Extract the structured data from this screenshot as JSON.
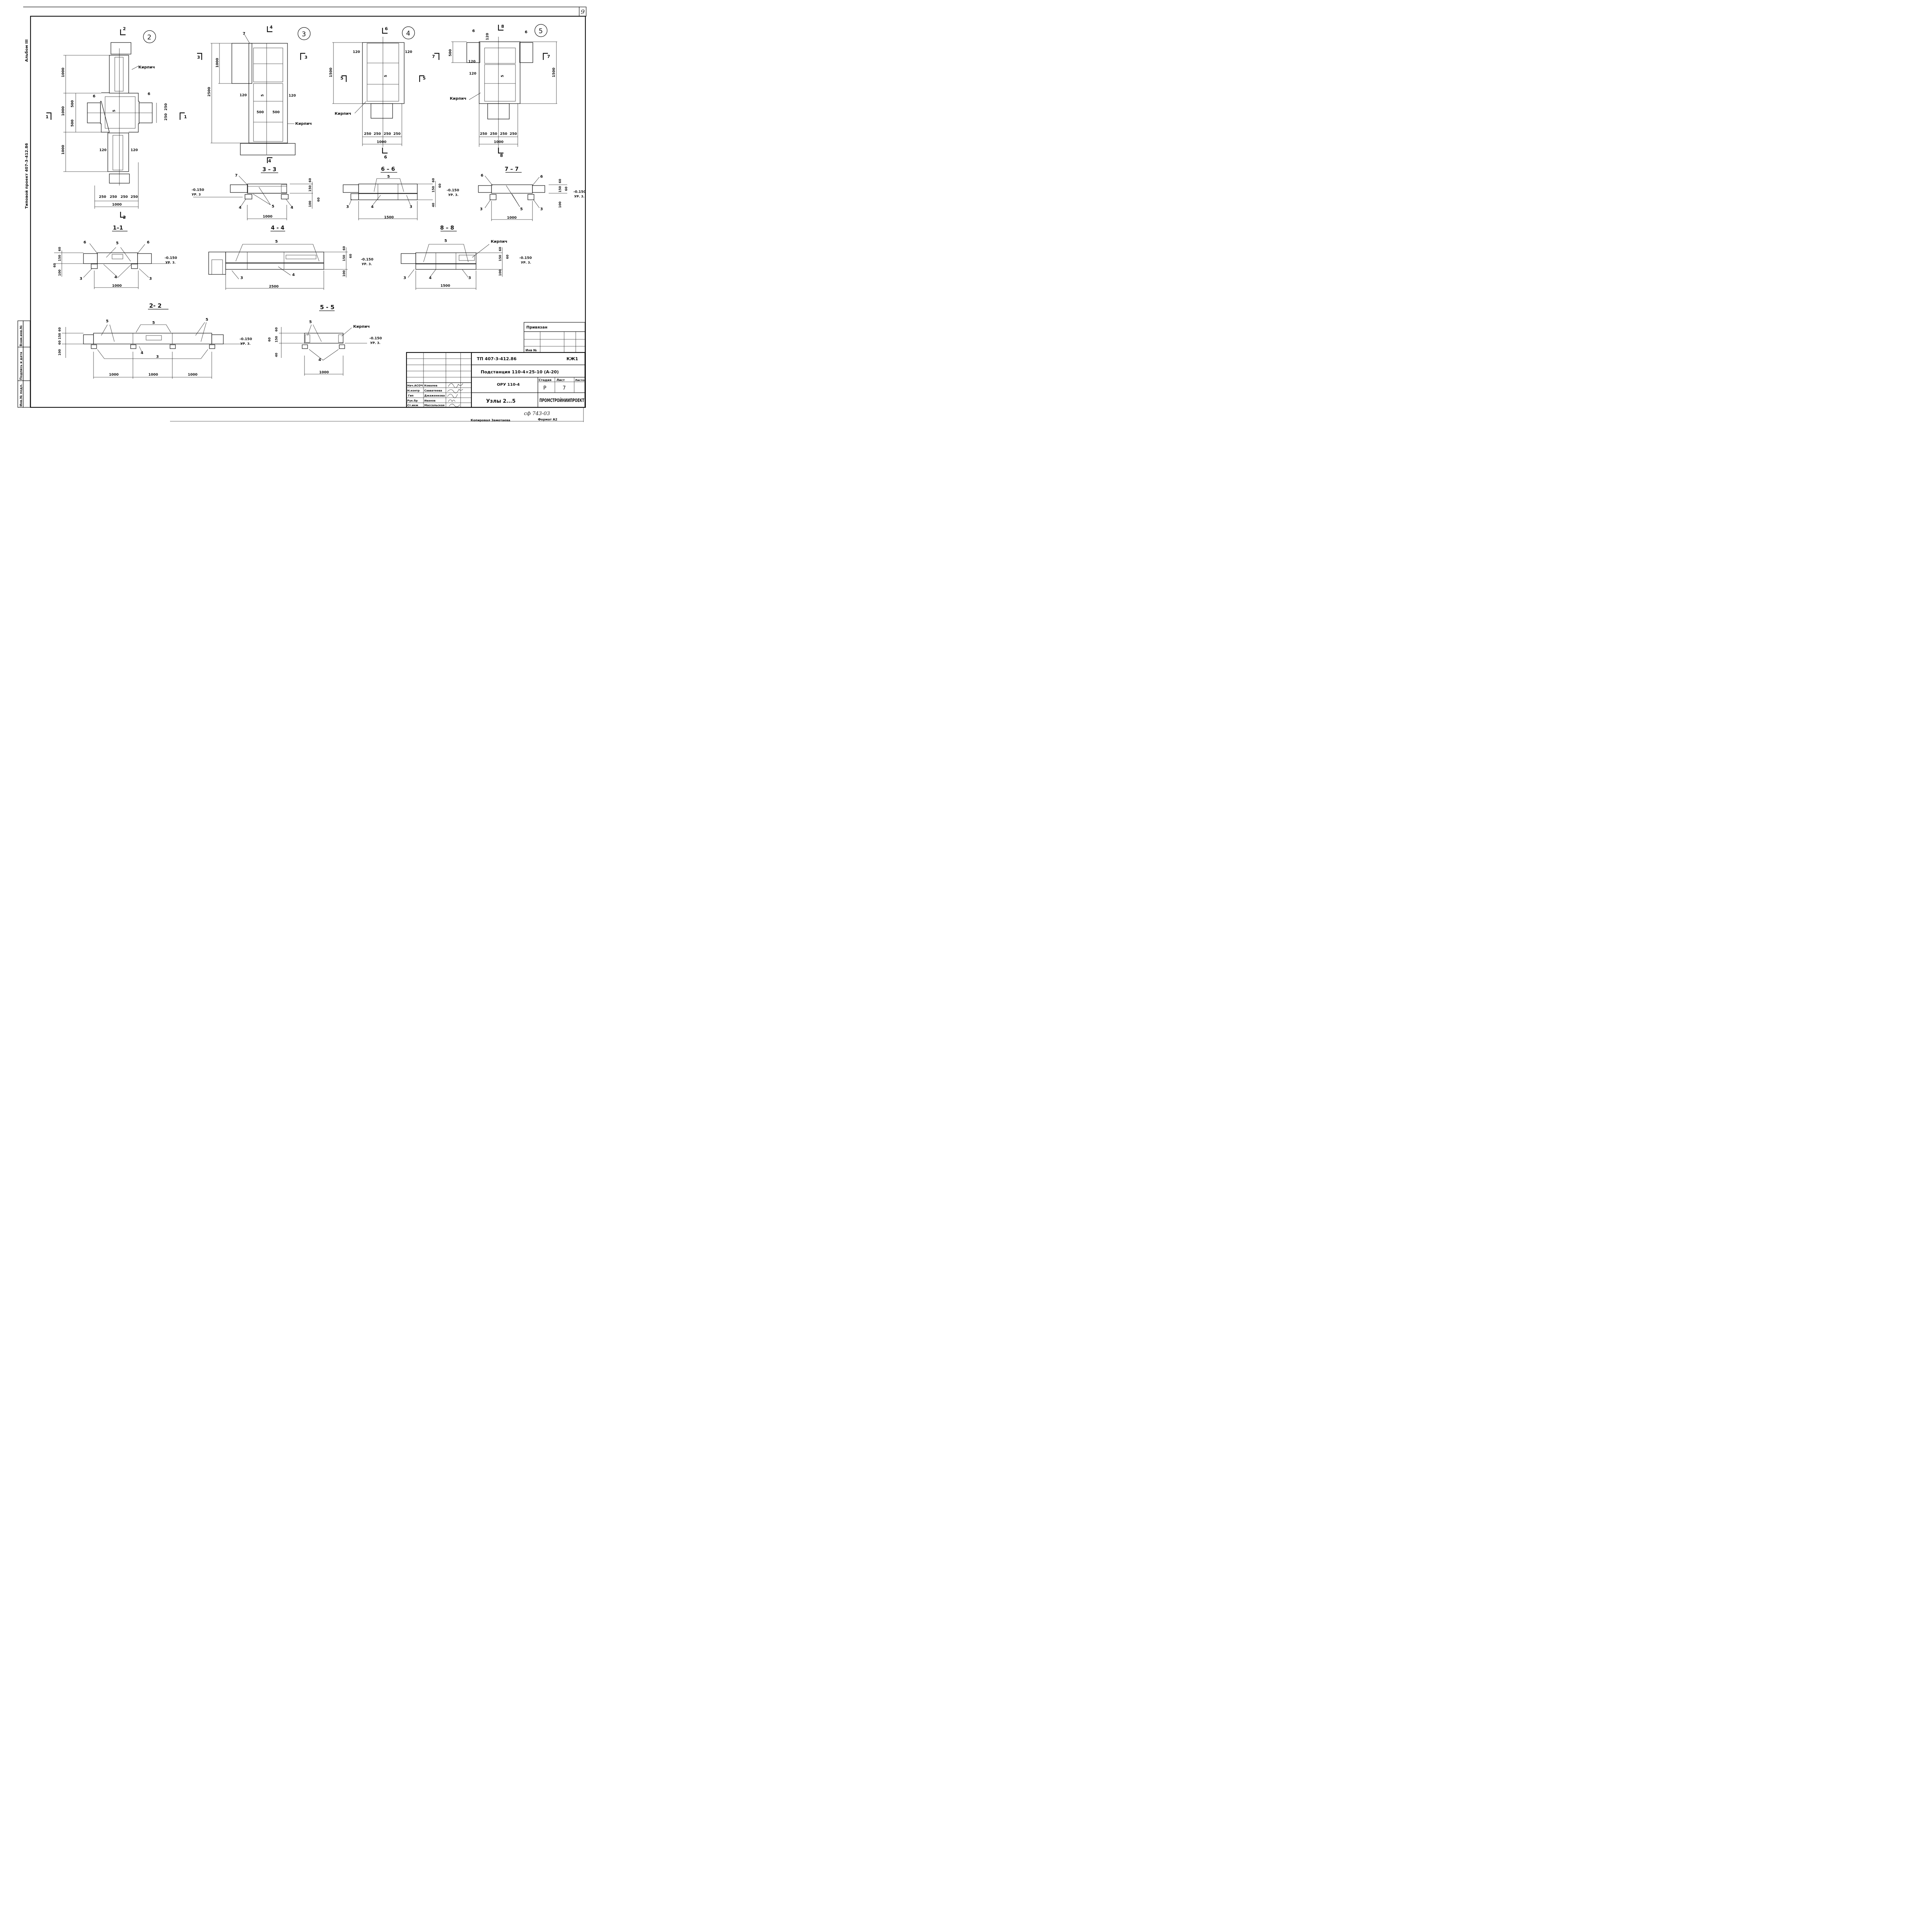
{
  "sheet": {
    "sheet_no": "9",
    "album": "Альбом III",
    "project": "Типовой проект 407-3-412.86",
    "side_labels": [
      "Взам.инв.№",
      "Подпись и дата",
      "Инв.№ подл."
    ]
  },
  "plans": {
    "n2": {
      "circle": "2",
      "cut_top": "2",
      "cut_bottom": "2",
      "cut_left": "1",
      "cut_right": "1",
      "kirpich": "Кирпич",
      "d1000a": "1000",
      "d1000b": "1000",
      "d1000c": "1000",
      "d500a": "500",
      "d500b": "500",
      "d250a": "250",
      "d250b": "250",
      "d120a": "120",
      "d120b": "120",
      "p6a": "6",
      "p6b": "6",
      "p5": "5",
      "b250a": "250",
      "b250b": "250",
      "b250c": "250",
      "b250d": "250",
      "b1000": "1000"
    },
    "n3": {
      "circle": "3",
      "cut_top": "4",
      "cut_bottom": "4",
      "cut_left": "3",
      "cut_right": "3",
      "p7": "7",
      "d1000": "1000",
      "d2500": "2500",
      "d120a": "120",
      "d120b": "120",
      "d500a": "500",
      "d500b": "500",
      "p5": "5",
      "kirpich": "Кирпич"
    },
    "n4": {
      "circle": "4",
      "cut_top": "6",
      "cut_bottom": "6",
      "cut_left": "5",
      "cut_right": "5",
      "d120a": "120",
      "d120b": "120",
      "d1500": "1500",
      "p5": "5",
      "kirpich": "Кирпич",
      "b250a": "250",
      "b250b": "250",
      "b250c": "250",
      "b250d": "250",
      "b1000": "1000"
    },
    "n5": {
      "circle": "5",
      "cut_top": "8",
      "cut_bottom": "8",
      "cut_left": "7",
      "cut_right": "7",
      "p6a": "6",
      "p6b": "6",
      "d120top": "120",
      "d500": "500",
      "d1500": "1500",
      "d120a": "120",
      "d120b": "120",
      "p5": "5",
      "kirpich": "Кирпич",
      "b250a": "250",
      "b250b": "250",
      "b250c": "250",
      "b250d": "250",
      "b1000": "1000"
    }
  },
  "sections": {
    "s33": {
      "title": "3 – 3",
      "p7": "7",
      "p5": "5",
      "p4a": "4",
      "p4b": "4",
      "lvl": "-0.150",
      "ur": "УР. 3",
      "d60": "60",
      "d150": "150",
      "d100": "100",
      "d60b": "60",
      "w": "1000"
    },
    "s66": {
      "title": "6 – 6",
      "p5": "5",
      "p3a": "3",
      "p3b": "3",
      "p4": "4",
      "lvl": "-0.150",
      "ur": "УР. 3.",
      "d60": "60",
      "d150": "150",
      "d60b": "60",
      "d40": "40",
      "w": "1500"
    },
    "s77": {
      "title": "7 – 7",
      "p6a": "6",
      "p6b": "6",
      "p5": "5",
      "p3a": "3",
      "p3b": "3",
      "lvl": "-0.150",
      "ur": "УР. 3.",
      "d60": "60",
      "d150": "150",
      "d100": "100",
      "d60b": "60",
      "w": "1000"
    },
    "s11": {
      "title": "1–1",
      "p6a": "6",
      "p6b": "6",
      "p5": "5",
      "p4": "4",
      "p3a": "3",
      "p3b": "3",
      "lvl": "-0.150",
      "ur": "УР. 3.",
      "d60": "60",
      "d150": "150",
      "d60b": "60",
      "d100": "100",
      "w": "1000"
    },
    "s44": {
      "title": "4 - 4",
      "p5": "5",
      "p3": "3",
      "p4": "4",
      "lvl": "-0.150",
      "ur": "УР. 3.",
      "d60": "60",
      "d150": "150",
      "d60b": "60",
      "d100": "100",
      "w": "2500"
    },
    "s88": {
      "title": "8 – 8",
      "p5": "5",
      "kirpich": "Кирпич",
      "p3a": "3",
      "p3b": "3",
      "p4": "4",
      "lvl": "-0.150",
      "ur": "УР. 3.",
      "d60": "60",
      "d150": "150",
      "d60b": "60",
      "d100": "100",
      "w": "1500"
    },
    "s22": {
      "title": "2- 2",
      "p5a": "5",
      "p5b": "5",
      "p5c": "5",
      "p4": "4",
      "p3": "3",
      "lvl": "-0.150",
      "ur": "УР. 3.",
      "d60": "60",
      "d150": "60 150",
      "d100": "100",
      "w1": "1000",
      "w2": "1000",
      "w3": "1000"
    },
    "s55": {
      "title": "5 - 5",
      "p5": "5",
      "kirpich": "Кирпич",
      "p4": "4",
      "lvl": "-0.150",
      "ur": "УР. 3.",
      "d60": "60",
      "d150": "150",
      "d60b": "60",
      "d40": "40",
      "w": "1000"
    }
  },
  "title_block": {
    "privyazan": "Привязан",
    "inv_no": "Инв №",
    "code": "ТП 407-3-412.86",
    "mark": "КЖ1",
    "name": "Подстанция 110-4×25-10 (А-20)",
    "object": "ОРУ 110-4",
    "sheet_title": "Узлы 2...5",
    "stage_h": "Стадия",
    "sheet_h": "Лист",
    "sheets_h": "Листов",
    "stage": "Р",
    "sheet": "7",
    "org": "ПРОМСТРОЙНИИПРОЕКТ",
    "roles": [
      "Нач.АСОЧ",
      "Н.контр",
      "Гип",
      "Рук.бр",
      "Ст.инж"
    ],
    "names": [
      "Ковалев",
      "Савватеева",
      "Джаженкова",
      "Иванов",
      "Массальская"
    ]
  },
  "footer": {
    "copied": "Копировал Замотаева",
    "format": "Формат А2",
    "order": "сф 743-03"
  }
}
